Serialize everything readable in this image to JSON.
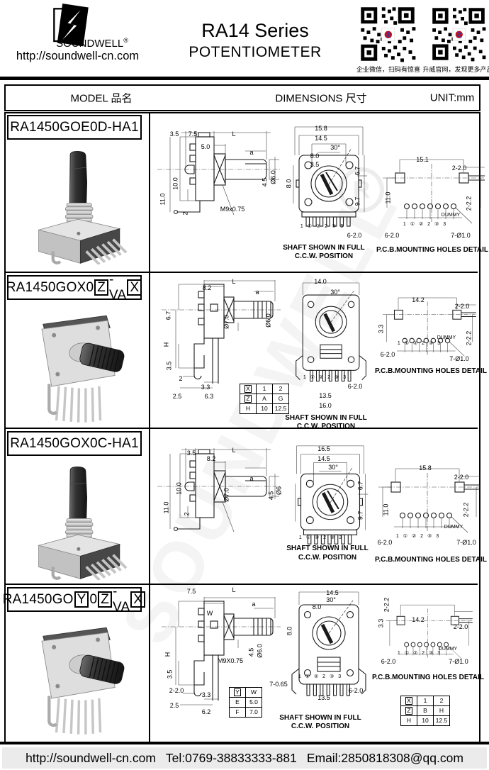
{
  "header": {
    "brand": "SOUNDWELL",
    "reg": "®",
    "url": "http://soundwell-cn.com",
    "title": "RA14 Series",
    "subtitle": "POTENTIOMETER",
    "qr_left_caption": "企业微信，扫码有惊喜",
    "qr_right_caption": "升威官网，发现更多产品"
  },
  "table_header": {
    "model": "MODEL 品名",
    "dimensions": "DIMENSIONS 尺寸",
    "unit": "UNIT:mm"
  },
  "watermark": {
    "text": "SOUNDWELL",
    "reg": "R"
  },
  "captions": {
    "shaft1": "SHAFT SHOWN IN FULL",
    "shaft2": "C.C.W. POSITION",
    "pcb": "P.C.B.MOUNTING HOLES DETAIL"
  },
  "pins": "1 ① ② 2 ③ 3",
  "rows": [
    {
      "model": "RA1450GOE0D-HA1",
      "side": {
        "d1": "3.5",
        "d2": "7.5",
        "d3": "L",
        "d4": "5.0",
        "d5": "a",
        "d6": "10.0",
        "d7": "11.0",
        "d8": "2",
        "d9": "4.5",
        "d10": "Ø6.0",
        "d11": "M9x0.75"
      },
      "front": {
        "d1": "15.8",
        "d2": "14.5",
        "d3": "30°",
        "d4": "8.0",
        "d5": "3.5",
        "d6": "8.0",
        "d7": "6.7",
        "d8": "9.7",
        "d9": "6-2.0"
      },
      "pcb": {
        "d1": "15.1",
        "d2": "2-2.0",
        "d3": "11.0",
        "d4": "2-2.2",
        "d5": "DUMMY",
        "d6": "6-2.0",
        "d7": "7-Ø1.0"
      }
    },
    {
      "model_parts": [
        "RA1450GOX0",
        "Z",
        "-VA",
        "X"
      ],
      "side": {
        "d1": "L",
        "d2": "8.2",
        "d3": "6.7",
        "d4": "H",
        "d5": "3.5",
        "d6": "2",
        "d7": "3.3",
        "d8": "2.5",
        "d9": "6.3",
        "d10": "Ø7.0",
        "d11": "Ø6.0",
        "d12": "a"
      },
      "front": {
        "d1": "14.0",
        "d2": "30°",
        "d3": "6-2.0",
        "d4": "13.5",
        "d5": "16.0"
      },
      "pcb": {
        "d1": "14.2",
        "d2": "2-2.0",
        "d3": "3.3",
        "d4": "2-2.2",
        "d5": "DUMMY",
        "d6": "6-2.0",
        "d7": "7-Ø1.0"
      },
      "table": {
        "r1": [
          "X",
          "1",
          "2"
        ],
        "r2": [
          "Z",
          "A",
          "G"
        ],
        "r3": [
          "H",
          "10",
          "12.5"
        ]
      }
    },
    {
      "model": "RA1450GOX0C-HA1",
      "side": {
        "d1": "3.5",
        "d2": "L",
        "d3": "8.2",
        "d4": "10.0",
        "d5": "11.0",
        "d6": "2",
        "d7": "Ø7.0",
        "d8": "a",
        "d9": "4.5",
        "d10": "Ø6"
      },
      "front": {
        "d1": "16.5",
        "d2": "14.5",
        "d3": "30°",
        "d4": "6.7",
        "d5": "9.7"
      },
      "pcb": {
        "d1": "15.8",
        "d2": "2-2.0",
        "d3": "11.0",
        "d4": "2-2.2",
        "d5": "DUMMY",
        "d6": "6-2.0",
        "d7": "7-Ø1.0"
      }
    },
    {
      "model_parts": [
        "RA1450GO",
        "Y",
        "0",
        "Z",
        "-VA",
        "X"
      ],
      "side": {
        "d1": "7.5",
        "d2": "L",
        "d3": "W",
        "d4": "a",
        "d5": "H",
        "d6": "3.5",
        "d7": "2-2.0",
        "d8": "3.3",
        "d9": "2.5",
        "d10": "6.2",
        "d11": "M9X0.75",
        "d12": "4.5",
        "d13": "Ø6.0"
      },
      "front": {
        "d1": "14.5",
        "d2": "30°",
        "d3": "8.0",
        "d4": "8.0",
        "d5": "7-0.65",
        "d6": "6-2.0",
        "d7": "13.5"
      },
      "pcb": {
        "d1": "2-2.2",
        "d2": "3.3",
        "d3": "14.2",
        "d4": "2-2.0",
        "d5": "DUMMY",
        "d6": "6-2.0",
        "d7": "7-Ø1.0"
      },
      "ytable": {
        "h": [
          "Y",
          "W"
        ],
        "r1": [
          "E",
          "5.0"
        ],
        "r2": [
          "F",
          "7.0"
        ]
      },
      "xtable": {
        "r1": [
          "X",
          "1",
          "2"
        ],
        "r2": [
          "Z",
          "B",
          "H"
        ],
        "r3": [
          "H",
          "10",
          "12.5"
        ]
      }
    }
  ],
  "footer": {
    "url": "http://soundwell-cn.com",
    "tel": "Tel:0769-38833333-881",
    "email": "Email:2850818308@qq.com"
  }
}
